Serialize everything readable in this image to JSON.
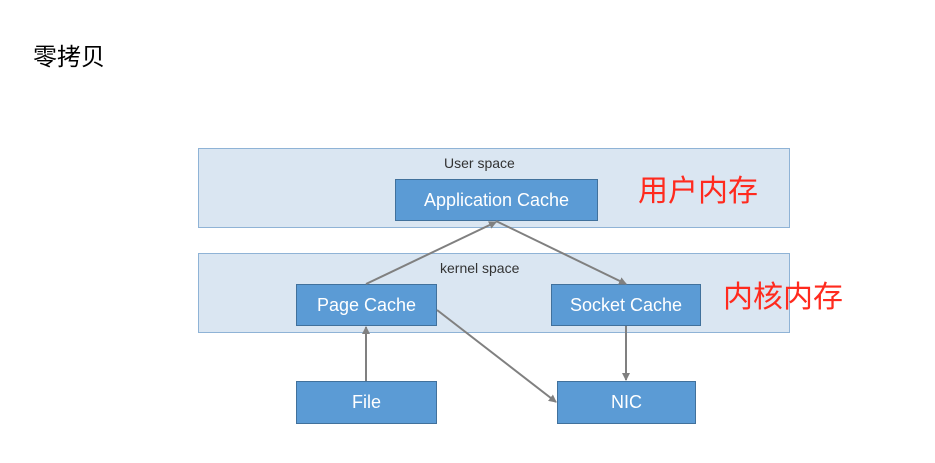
{
  "page": {
    "title": "零拷贝"
  },
  "regions": {
    "user": {
      "label": "User space",
      "annotation": "用户内存"
    },
    "kernel": {
      "label": "kernel space",
      "annotation": "内核内存"
    }
  },
  "nodes": {
    "application_cache": "Application Cache",
    "page_cache": "Page Cache",
    "socket_cache": "Socket Cache",
    "file": "File",
    "nic": "NIC"
  },
  "colors": {
    "region_fill": "#dae6f2",
    "box_fill": "#5b9bd5",
    "annotation_red": "#ff2a1e",
    "arrow_gray": "#808080"
  }
}
